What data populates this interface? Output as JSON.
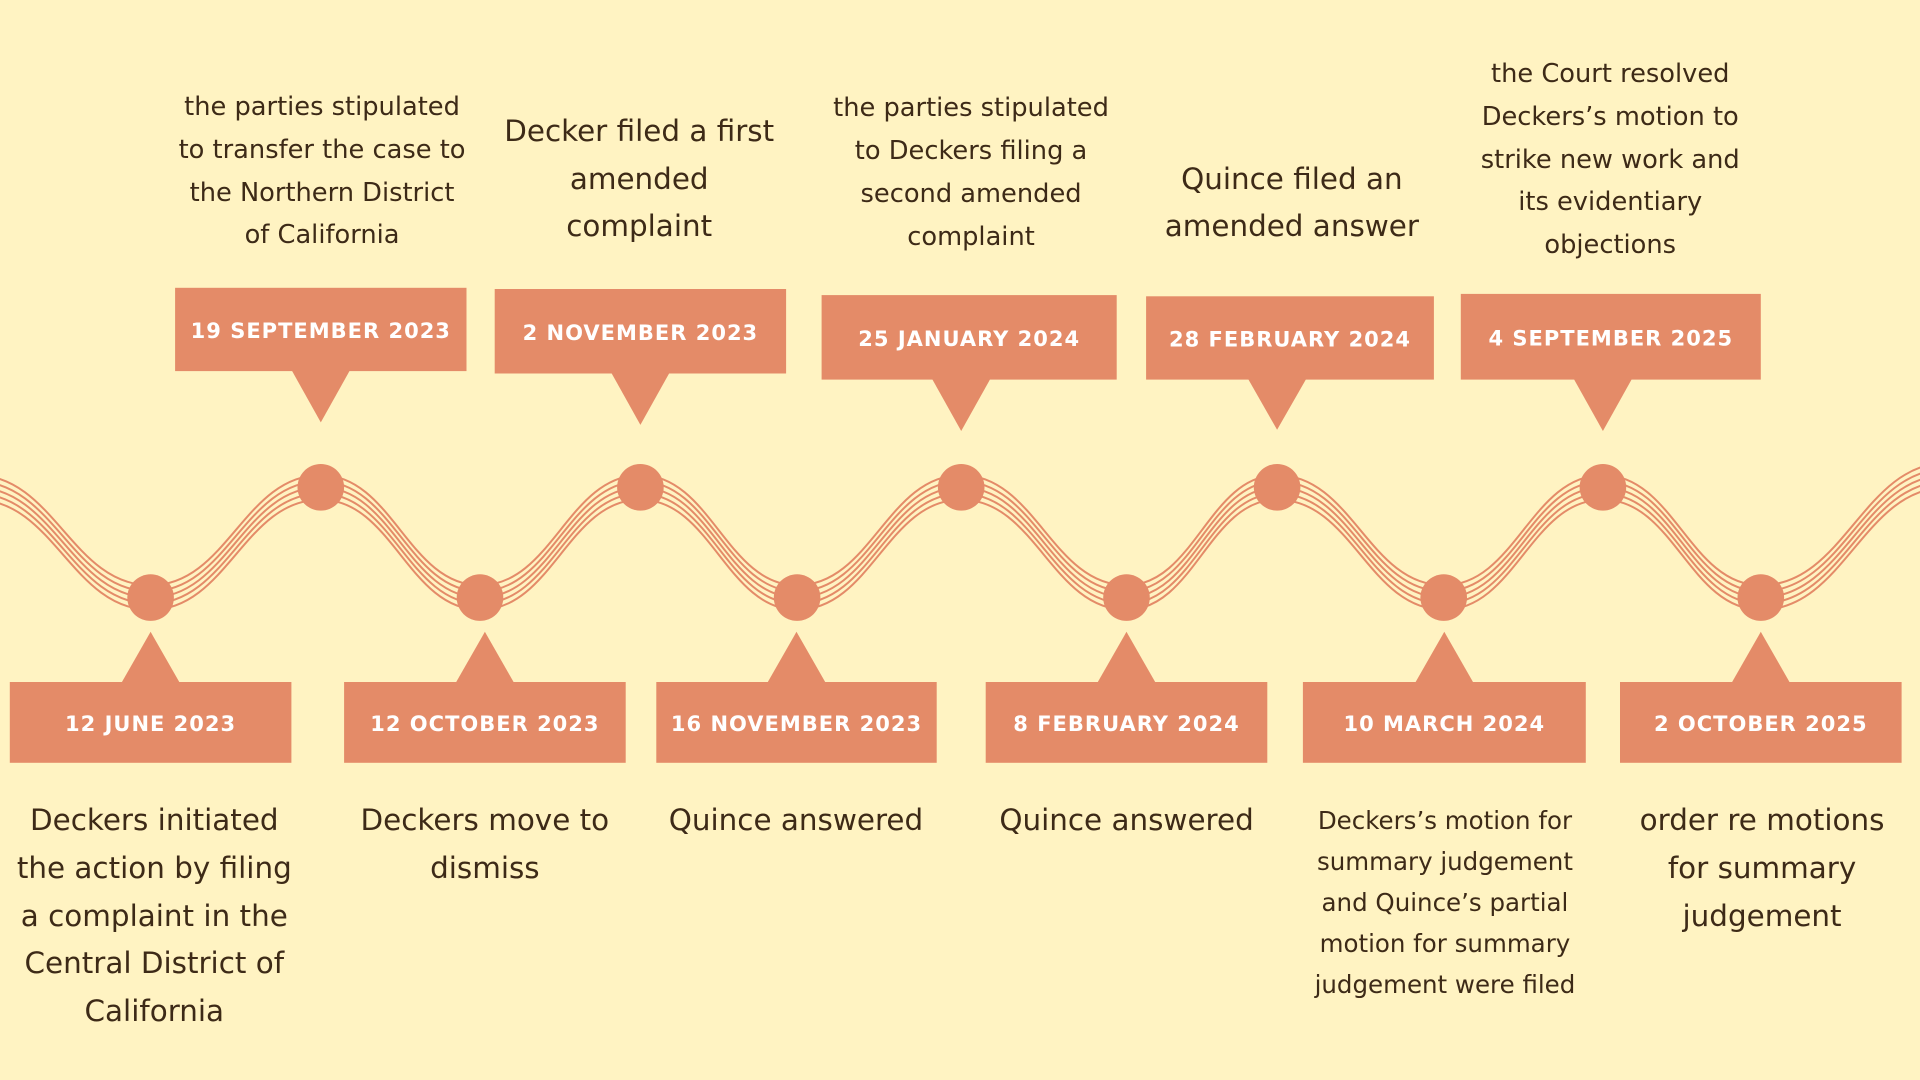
{
  "colors": {
    "background": "#fff3c2",
    "accent": "#e48b68",
    "text": "#3d2a17"
  },
  "timeline": {
    "top_events": [
      {
        "date": "19 SEPTEMBER 2023",
        "text": "the parties stipulated to transfer the case to the Northern District of California"
      },
      {
        "date": "2 NOVEMBER 2023",
        "text": "Decker filed a first amended complaint"
      },
      {
        "date": "25 JANUARY 2024",
        "text": "the parties stipulated to Deckers filing a second amended complaint"
      },
      {
        "date": "28 FEBRUARY 2024",
        "text": "Quince filed an amended answer"
      },
      {
        "date": "4 SEPTEMBER 2025",
        "text": "the Court resolved Deckers’s motion to strike new work and its evidentiary objections"
      }
    ],
    "bottom_events": [
      {
        "date": "12 JUNE 2023",
        "text": "Deckers initiated the action by filing a complaint in the Central District of California"
      },
      {
        "date": "12 OCTOBER 2023",
        "text": "Deckers move to dismiss"
      },
      {
        "date": "16 NOVEMBER 2023",
        "text": "Quince answered"
      },
      {
        "date": "8 FEBRUARY 2024",
        "text": "Quince answered"
      },
      {
        "date": "10 MARCH 2024",
        "text": "Deckers’s motion for summary judgement and Quince’s partial motion for summary judgement were filed"
      },
      {
        "date": "2 OCTOBER 2025",
        "text": "order re motions for summary judgement"
      }
    ]
  }
}
